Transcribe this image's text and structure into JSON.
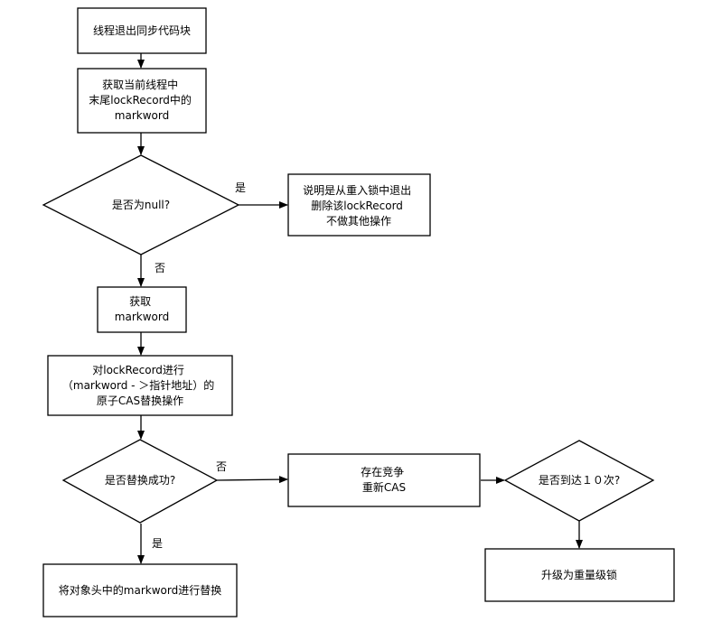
{
  "nodes": {
    "exit_sync_block": {
      "lines": [
        "线程退出同步代码块"
      ]
    },
    "get_last_lock_record": {
      "lines": [
        "获取当前线程中",
        "末尾lockRecord中的",
        "markword"
      ]
    },
    "is_null": {
      "lines": [
        "是否为null?"
      ]
    },
    "reentrant_exit": {
      "lines": [
        "说明是从重入锁中退出",
        "删除该lockRecord",
        "不做其他操作"
      ]
    },
    "get_markword": {
      "lines": [
        "获取",
        "markword"
      ]
    },
    "cas_replace": {
      "lines": [
        "对lockRecord进行",
        "（markword - ＞指针地址）的",
        "原子CAS替换操作"
      ]
    },
    "is_replace_success": {
      "lines": [
        "是否替换成功?"
      ]
    },
    "contention_retry": {
      "lines": [
        "存在竞争",
        "重新CAS"
      ]
    },
    "reached_10": {
      "lines": [
        "是否到达１０次?"
      ]
    },
    "upgrade_heavy_lock": {
      "lines": [
        "升级为重量级锁"
      ]
    },
    "replace_header_markword": {
      "lines": [
        "将对象头中的markword进行替换"
      ]
    }
  },
  "edge_labels": {
    "is_null_yes": "是",
    "is_null_no": "否",
    "replace_no": "否",
    "replace_yes": "是"
  }
}
